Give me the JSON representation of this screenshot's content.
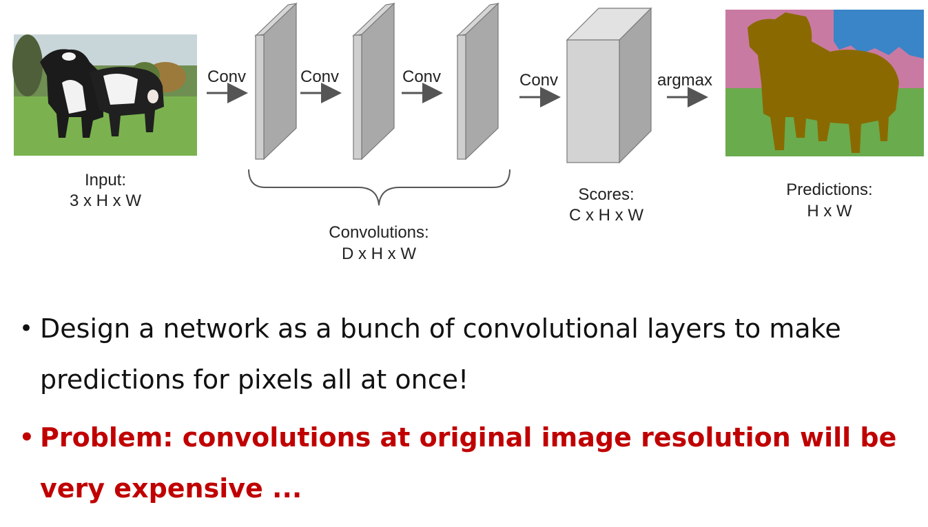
{
  "diagram": {
    "arrows": [
      "Conv",
      "Conv",
      "Conv",
      "Conv",
      "argmax"
    ],
    "input": {
      "line1": "Input:",
      "line2": "3 x H x W"
    },
    "convolutions": {
      "line1": "Convolutions:",
      "line2": "D x H x W"
    },
    "scores": {
      "line1": "Scores:",
      "line2": "C x H x W"
    },
    "predictions": {
      "line1": "Predictions:",
      "line2": "H x W"
    }
  },
  "bullets": [
    {
      "text": "Design a network as a bunch of convolutional layers to make predictions for pixels all at once!",
      "color": "#111111"
    },
    {
      "text": "Problem: convolutions at original image resolution will be very expensive ...",
      "color": "#c00000"
    }
  ],
  "bullet_symbol": "•",
  "colors": {
    "grass": "#6aab4e",
    "sky": "#3a84c8",
    "background_pink": "#c97aa2",
    "cow": "#8a6a00",
    "layer_gray": "#a9a9a9"
  }
}
